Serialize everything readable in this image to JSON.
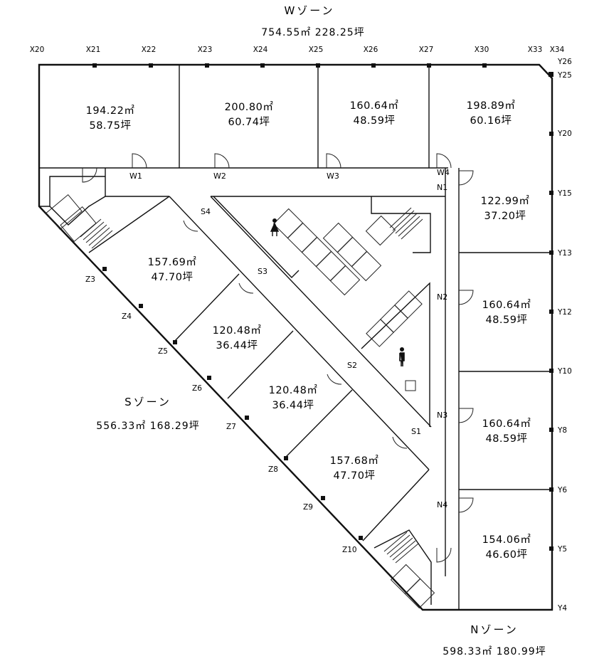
{
  "zones": {
    "w": {
      "name": "Wゾーン",
      "area": "754.55㎡  228.25坪"
    },
    "s": {
      "name": "Sゾーン",
      "area": "556.33㎡  168.29坪"
    },
    "n": {
      "name": "Nゾーン",
      "area": "598.33㎡  180.99坪"
    }
  },
  "grid_x": [
    "X20",
    "X21",
    "X22",
    "X23",
    "X24",
    "X25",
    "X26",
    "X27",
    "X30",
    "X33",
    "X34"
  ],
  "grid_y": [
    "Y26",
    "Y25",
    "Y20",
    "Y15",
    "Y13",
    "Y12",
    "Y10",
    "Y8",
    "Y6",
    "Y5",
    "Y4"
  ],
  "grid_z": [
    "Z3",
    "Z4",
    "Z5",
    "Z6",
    "Z7",
    "Z8",
    "Z9",
    "Z10"
  ],
  "doors": {
    "w": [
      "W1",
      "W2",
      "W3",
      "W4"
    ],
    "n": [
      "N1",
      "N2",
      "N3",
      "N4"
    ],
    "s": [
      "S1",
      "S2",
      "S3",
      "S4"
    ]
  },
  "rooms": {
    "w1": {
      "sqm": "194.22㎡",
      "tsubo": "58.75坪"
    },
    "w2": {
      "sqm": "200.80㎡",
      "tsubo": "60.74坪"
    },
    "w3": {
      "sqm": "160.64㎡",
      "tsubo": "48.59坪"
    },
    "w4": {
      "sqm": "198.89㎡",
      "tsubo": "60.16坪"
    },
    "n1": {
      "sqm": "122.99㎡",
      "tsubo": "37.20坪"
    },
    "n2": {
      "sqm": "160.64㎡",
      "tsubo": "48.59坪"
    },
    "n3": {
      "sqm": "160.64㎡",
      "tsubo": "48.59坪"
    },
    "n4": {
      "sqm": "154.06㎡",
      "tsubo": "46.60坪"
    },
    "s4": {
      "sqm": "157.69㎡",
      "tsubo": "47.70坪"
    },
    "s3": {
      "sqm": "120.48㎡",
      "tsubo": "36.44坪"
    },
    "s2": {
      "sqm": "120.48㎡",
      "tsubo": "36.44坪"
    },
    "s1": {
      "sqm": "157.68㎡",
      "tsubo": "47.70坪"
    }
  }
}
